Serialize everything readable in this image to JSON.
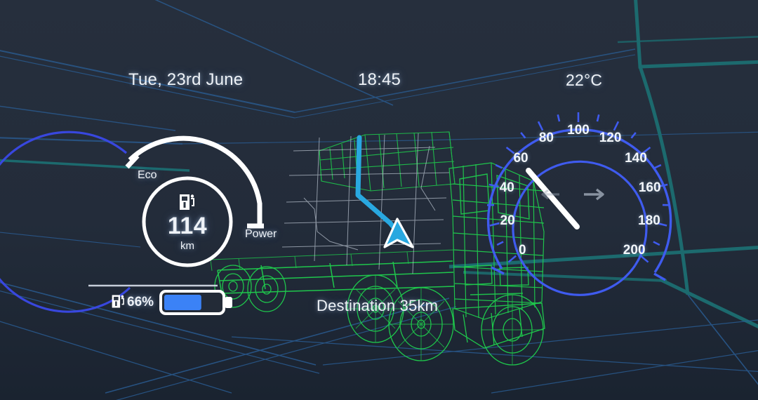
{
  "header": {
    "date": "Tue, 23rd June",
    "time": "18:45",
    "temperature": "22°C"
  },
  "range_gauge": {
    "eco_label": "Eco",
    "power_label": "Power",
    "range_value": "114",
    "range_unit": "km",
    "icon": "ev-charging-station-icon",
    "arc_color": "#3a49e8",
    "frame_color": "#ffffff"
  },
  "battery": {
    "icon": "ev-charging-station-icon",
    "percent_label": "66%",
    "fill_percent": 66,
    "fill_color": "#3b82f6"
  },
  "navigation": {
    "destination_label": "Destination 35km",
    "route_color": "#29a8e0",
    "cursor_icon": "navigation-arrow-icon"
  },
  "speedometer": {
    "ticks": [
      "0",
      "20",
      "40",
      "60",
      "80",
      "100",
      "120",
      "140",
      "160",
      "180",
      "200"
    ],
    "min": 0,
    "max": 200,
    "current_speed": 60,
    "dial_color": "#3f5bef",
    "needle_color": "#ffffff",
    "left_indicator": "turn-left-arrow-icon",
    "right_indicator": "turn-right-arrow-icon"
  },
  "theme": {
    "background": "#242d3b",
    "grid_teal": "#1c6a6e",
    "grid_blue": "#2c5a99",
    "wireframe_green": "#1fd44e"
  }
}
